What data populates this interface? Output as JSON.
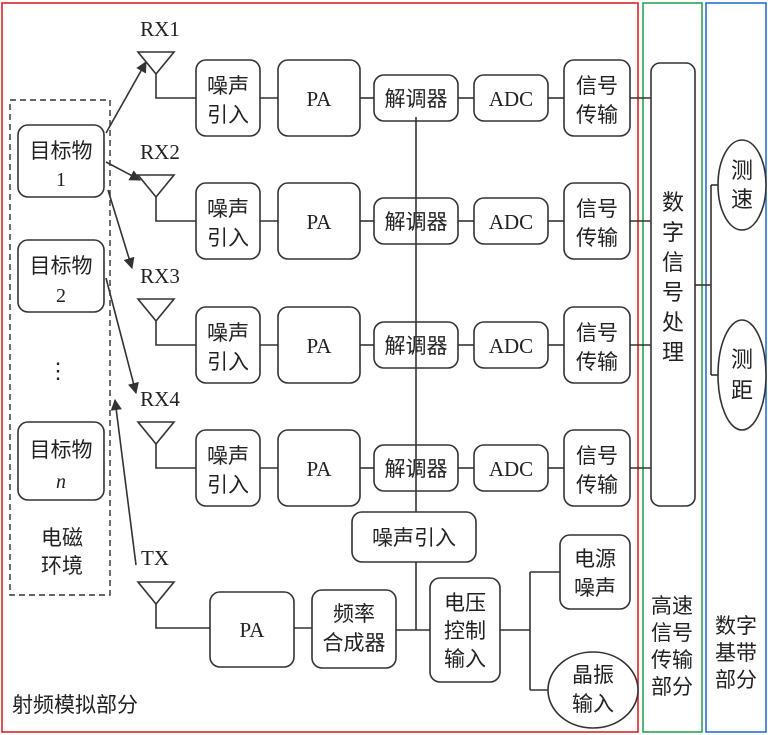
{
  "sections": {
    "rf": {
      "label": "射频模拟部分",
      "color": "#d9232a"
    },
    "hs": {
      "line1": "高速",
      "line2": "信号",
      "line3": "传输",
      "line4": "部分",
      "color": "#2aa352"
    },
    "db": {
      "line1": "数字",
      "line2": "基带",
      "line3": "部分",
      "color": "#2a6fd1"
    }
  },
  "environment": {
    "label_line1": "电磁",
    "label_line2": "环境",
    "targets": [
      {
        "name": "目标物",
        "index": "1"
      },
      {
        "name": "目标物",
        "index": "2"
      },
      {
        "name": "目标物",
        "index": "n"
      }
    ],
    "ellipsis": "⋮"
  },
  "receivers": [
    {
      "antenna": "RX1"
    },
    {
      "antenna": "RX2"
    },
    {
      "antenna": "RX3"
    },
    {
      "antenna": "RX4"
    }
  ],
  "chain": {
    "noise_line1": "噪声",
    "noise_line2": "引入",
    "pa": "PA",
    "demod": "解调器",
    "adc": "ADC",
    "sig_line1": "信号",
    "sig_line2": "传输"
  },
  "dsp": [
    "数",
    "字",
    "信",
    "号",
    "处",
    "理"
  ],
  "outputs": {
    "speed_line1": "测",
    "speed_line2": "速",
    "range_line1": "测",
    "range_line2": "距"
  },
  "transmitter": {
    "antenna": "TX",
    "pa": "PA",
    "synth_line1": "频率",
    "synth_line2": "合成器",
    "noise_in": "噪声引入",
    "vc_line1": "电压",
    "vc_line2": "控制",
    "vc_line3": "输入",
    "psu_line1": "电源",
    "psu_line2": "噪声",
    "xtal_line1": "晶振",
    "xtal_line2": "输入"
  }
}
